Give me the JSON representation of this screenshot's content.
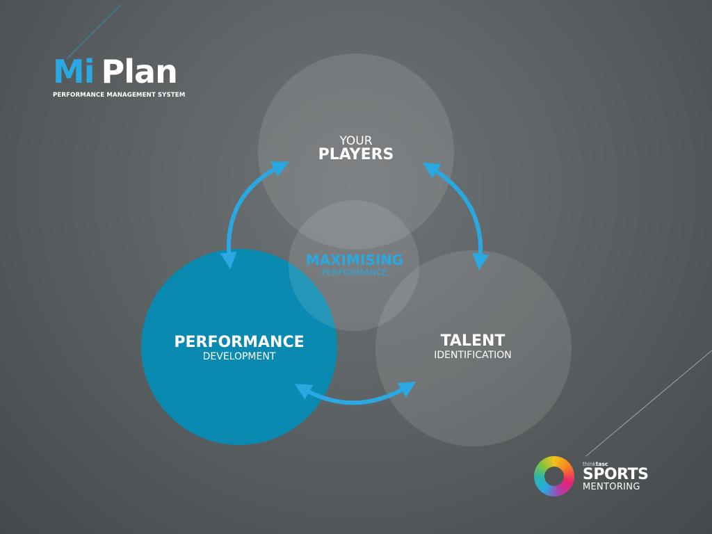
{
  "logo": {
    "mi": "Mi",
    "plan": "Plan",
    "subtitle": "PERFORMANCE MANAGEMENT SYSTEM"
  },
  "diagram": {
    "players": {
      "line1": "YOUR",
      "line2": "PLAYERS"
    },
    "center": {
      "line1": "MAXIMISING",
      "line2": "PERFORMANCE"
    },
    "performance": {
      "line1": "PERFORMANCE",
      "line2": "DEVELOPMENT"
    },
    "talent": {
      "line1": "TALENT",
      "line2": "IDENTIFICATION"
    }
  },
  "sponsor": {
    "prefix_light": "think",
    "prefix_bold": "tasc",
    "line1": "SPORTS",
    "line2": "MENTORING"
  },
  "colors": {
    "accent_blue": "#2aa8e2",
    "performance_circle": "#0a8ab0",
    "text": "#ffffff"
  },
  "icons": {
    "arrows": "double-headed-curved-arrow",
    "sponsor_mark": "multicolor-ring-icon"
  }
}
